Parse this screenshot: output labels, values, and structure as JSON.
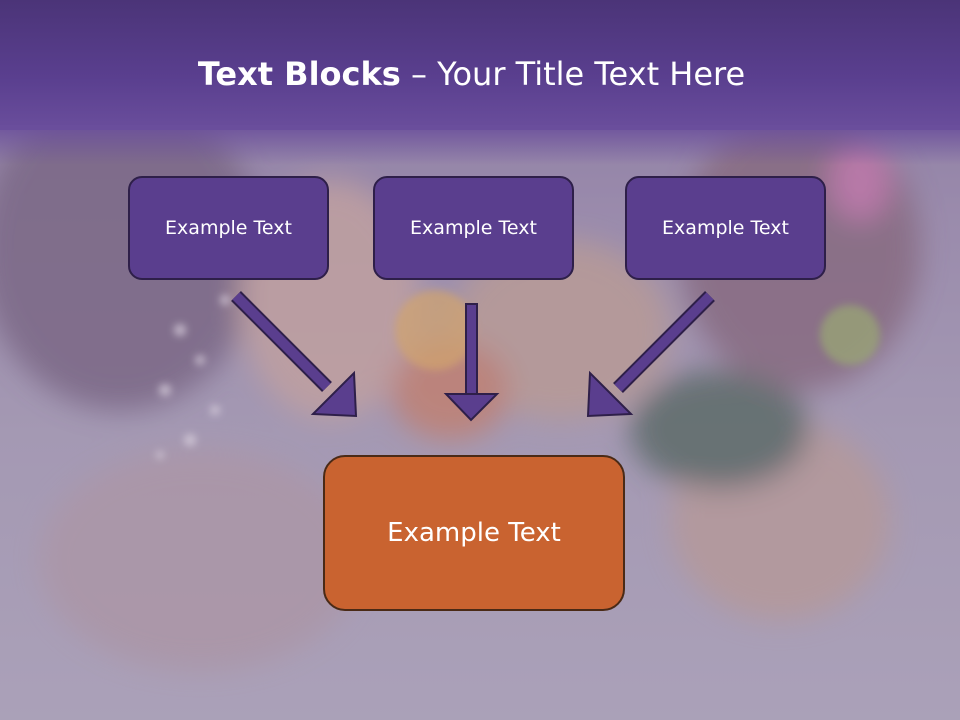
{
  "slide": {
    "title_bold": "Text Blocks",
    "title_dash": "–",
    "title_rest": "Your Title Text Here"
  },
  "diagram": {
    "top_blocks": [
      {
        "label": "Example Text"
      },
      {
        "label": "Example Text"
      },
      {
        "label": "Example Text"
      }
    ],
    "result_block": {
      "label": "Example Text"
    }
  },
  "colors": {
    "header": "#5a3f8f",
    "block_fill": "#5a3e8e",
    "arrow_fill": "#5a3e8e",
    "result_fill": "#c96330"
  }
}
